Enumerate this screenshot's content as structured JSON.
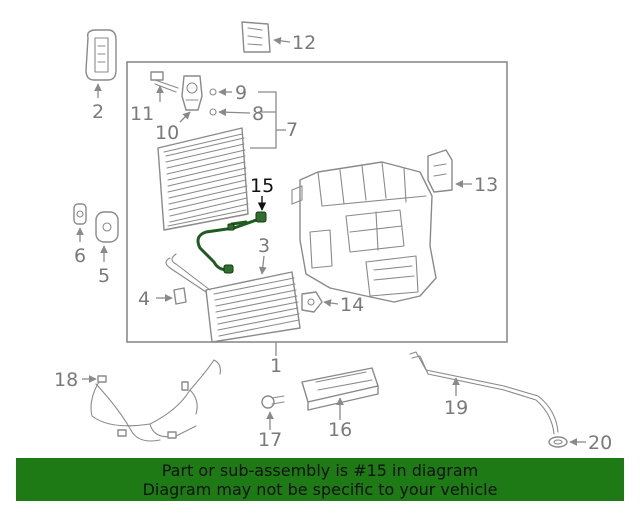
{
  "callouts": {
    "c1": "1",
    "c2": "2",
    "c3": "3",
    "c4": "4",
    "c5": "5",
    "c6": "6",
    "c7": "7",
    "c8": "8",
    "c9": "9",
    "c10": "10",
    "c11": "11",
    "c12": "12",
    "c13": "13",
    "c14": "14",
    "c15": "15",
    "c16": "16",
    "c17": "17",
    "c18": "18",
    "c19": "19",
    "c20": "20"
  },
  "highlighted_part": "15",
  "colors": {
    "banner": "#1e7a14",
    "highlight": "#2f6e2f",
    "line_art": "#8a8a8a"
  },
  "banner": {
    "line1": "Part or sub-assembly is #15 in diagram",
    "line2": "Diagram may not be specific to your vehicle"
  }
}
